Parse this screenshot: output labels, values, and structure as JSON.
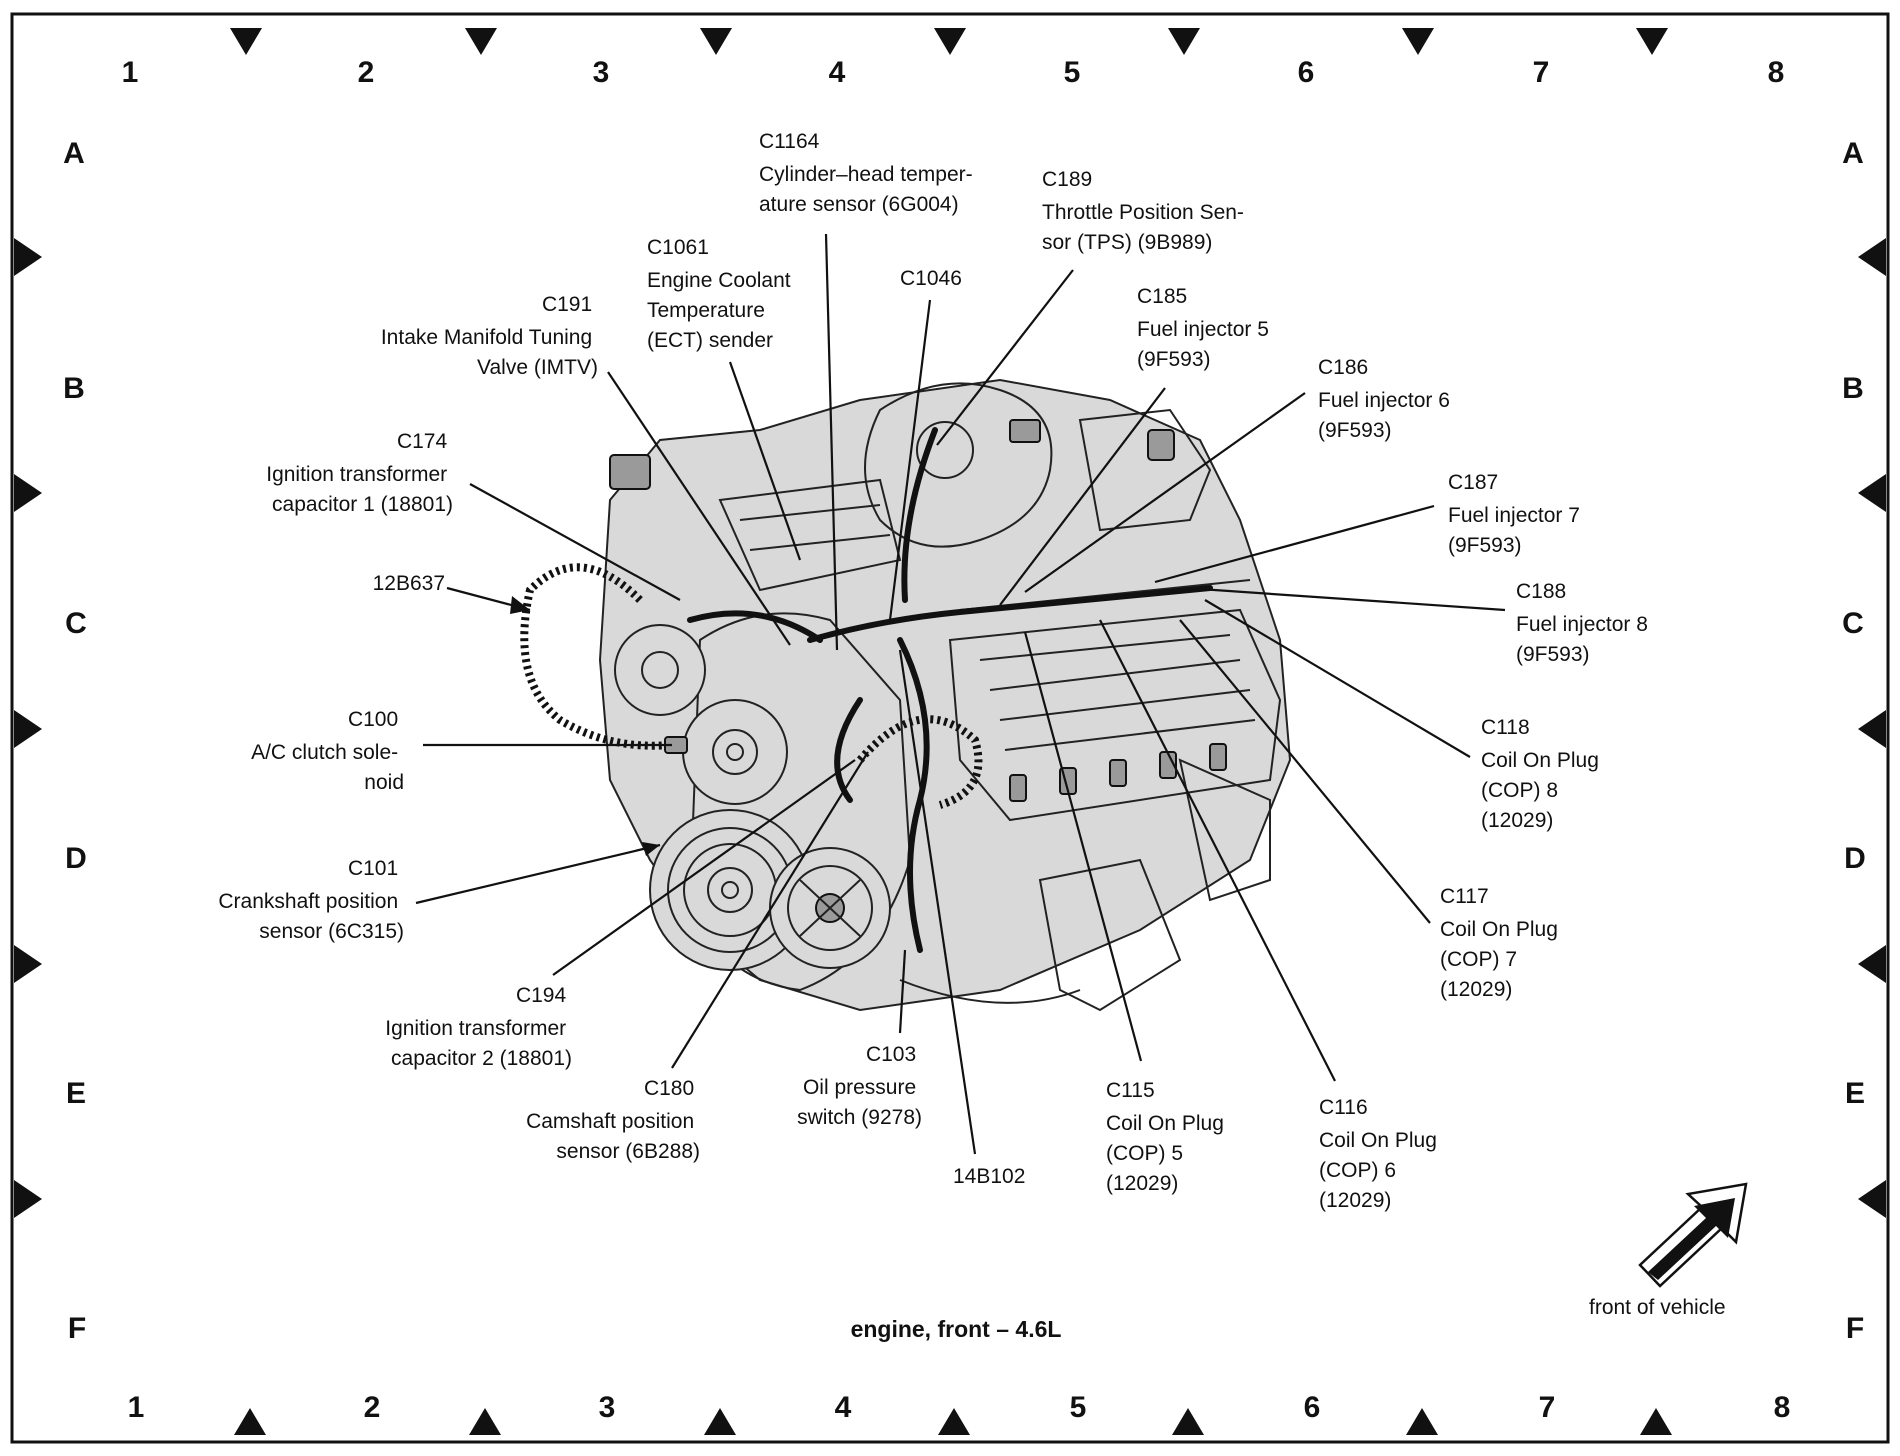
{
  "grid": {
    "columns": [
      "1",
      "2",
      "3",
      "4",
      "5",
      "6",
      "7",
      "8"
    ],
    "rows": [
      "A",
      "B",
      "C",
      "D",
      "E",
      "F"
    ]
  },
  "caption": "engine, front – 4.6L",
  "orientation": {
    "label": "front of vehicle",
    "icon": "front-arrow-icon"
  },
  "callouts": {
    "c1164": [
      "C1164",
      "Cylinder–head temper-",
      "ature sensor (6G004)"
    ],
    "c189": [
      "C189",
      "Throttle Position Sen-",
      "sor (TPS) (9B989)"
    ],
    "c1061": [
      "C1061",
      "Engine Coolant",
      "Temperature",
      "(ECT) sender"
    ],
    "c1046": [
      "C1046"
    ],
    "c191": [
      "C191",
      "Intake Manifold Tuning",
      "Valve (IMTV)"
    ],
    "c185": [
      "C185",
      "Fuel injector 5",
      "(9F593)"
    ],
    "c186": [
      "C186",
      "Fuel injector 6",
      "(9F593)"
    ],
    "c174": [
      "C174",
      "Ignition transformer",
      "capacitor 1 (18801)"
    ],
    "c187": [
      "C187",
      "Fuel injector 7",
      "(9F593)"
    ],
    "w12b637": [
      "12B637"
    ],
    "c188": [
      "C188",
      "Fuel injector 8",
      "(9F593)"
    ],
    "c100": [
      "C100",
      "A/C clutch sole-",
      "noid"
    ],
    "c118": [
      "C118",
      "Coil On Plug",
      "(COP) 8",
      "(12029)"
    ],
    "c101": [
      "C101",
      "Crankshaft position",
      "sensor (6C315)"
    ],
    "c117": [
      "C117",
      "Coil On Plug",
      "(COP) 7",
      "(12029)"
    ],
    "c194": [
      "C194",
      "Ignition transformer",
      "capacitor 2 (18801)"
    ],
    "c103": [
      "C103",
      "Oil pressure",
      "switch (9278)"
    ],
    "c180": [
      "C180",
      "Camshaft position",
      "sensor (6B288)"
    ],
    "c115": [
      "C115",
      "Coil On Plug",
      "(COP) 5",
      "(12029)"
    ],
    "c116": [
      "C116",
      "Coil On Plug",
      "(COP) 6",
      "(12029)"
    ],
    "w14b102": [
      "14B102"
    ]
  }
}
